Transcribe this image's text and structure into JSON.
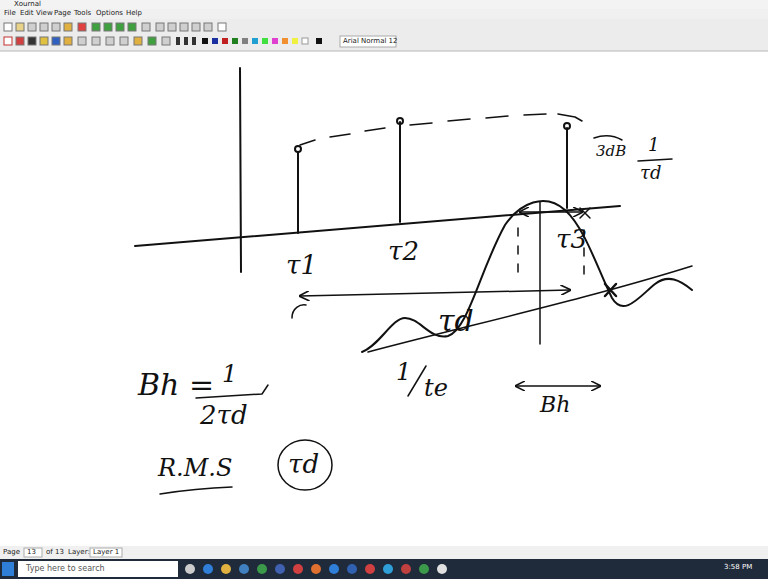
{
  "diagram": {
    "labels": [
      "Xournal",
      "File",
      "Edit",
      "View",
      "Page",
      "Tools",
      "Options",
      "Help",
      "Arial Normal 12",
      "Page",
      "13",
      "of 13",
      "Layer:",
      "Layer 1",
      "Type here to search",
      "3:58 PM",
      "τ1",
      "τ2",
      "τ3",
      "τd",
      "3dB",
      "1",
      "τd",
      "Bh =",
      "1",
      "2τd",
      "1",
      "te",
      "R.M.S",
      "τd",
      "Bh"
    ]
  }
}
